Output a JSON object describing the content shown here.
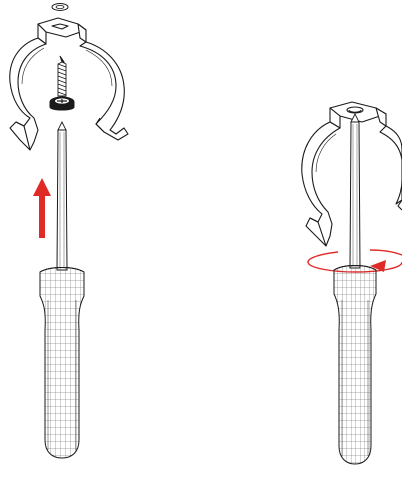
{
  "figure": {
    "panels": [
      {
        "step": "insert-screw",
        "motion": "push-up",
        "arrow_icon": "arrow-up-icon"
      },
      {
        "step": "tighten-screw",
        "motion": "rotate-clockwise",
        "arrow_icon": "rotate-arrow-icon"
      }
    ],
    "colors": {
      "line": "#1a1a1a",
      "fill": "#ffffff",
      "accent": "#e02a25",
      "mesh": "#555555"
    },
    "parts": [
      "pipe-clamp-bracket",
      "tapping-screw",
      "washer",
      "phillips-screwdriver"
    ]
  }
}
